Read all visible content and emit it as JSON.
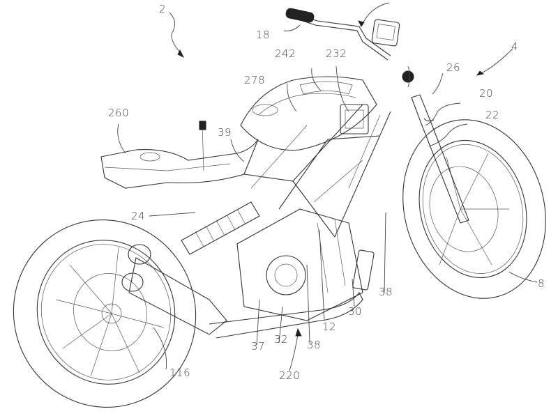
{
  "figure": {
    "title": "Motorcycle perspective line drawing with reference numerals",
    "labels": [
      {
        "id": "l2",
        "text": "2"
      },
      {
        "id": "l4",
        "text": "4"
      },
      {
        "id": "l8",
        "text": "8"
      },
      {
        "id": "l12",
        "text": "12"
      },
      {
        "id": "l18",
        "text": "18"
      },
      {
        "id": "l20",
        "text": "20"
      },
      {
        "id": "l22",
        "text": "22"
      },
      {
        "id": "l24",
        "text": "24"
      },
      {
        "id": "l26",
        "text": "26"
      },
      {
        "id": "l30",
        "text": "30"
      },
      {
        "id": "l32",
        "text": "32"
      },
      {
        "id": "l37",
        "text": "37"
      },
      {
        "id": "l38a",
        "text": "38"
      },
      {
        "id": "l38b",
        "text": "38"
      },
      {
        "id": "l39",
        "text": "39"
      },
      {
        "id": "l116",
        "text": "116"
      },
      {
        "id": "l220",
        "text": "220"
      },
      {
        "id": "l232",
        "text": "232"
      },
      {
        "id": "l242",
        "text": "242"
      },
      {
        "id": "l260",
        "text": "260"
      },
      {
        "id": "l278",
        "text": "278"
      }
    ]
  },
  "colors": {
    "line": "#333333",
    "label": "#444444",
    "background": "#ffffff"
  }
}
